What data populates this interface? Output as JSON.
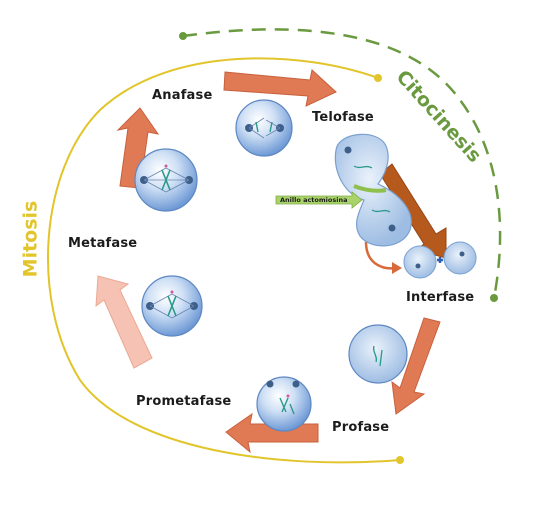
{
  "arcs": {
    "mitosis": {
      "label": "Mitosis",
      "color": "#e2c42b"
    },
    "citocinesis": {
      "label": "Citocinesis",
      "color": "#6a9a3f"
    }
  },
  "phases": {
    "anafase": "Anafase",
    "telofase": "Telofase",
    "metafase": "Metafase",
    "interfase": "Interfase",
    "prometafase": "Prometafase",
    "profase": "Profase"
  },
  "annotations": {
    "anillo": "Anillo actomiosina"
  },
  "colors": {
    "arrow_orange": "#e07a55",
    "arrow_brown": "#b5591d",
    "arrow_pale": "#f6c2b3",
    "cell_blue": "#8fb6e3",
    "ring_green": "#8fbf4d"
  }
}
